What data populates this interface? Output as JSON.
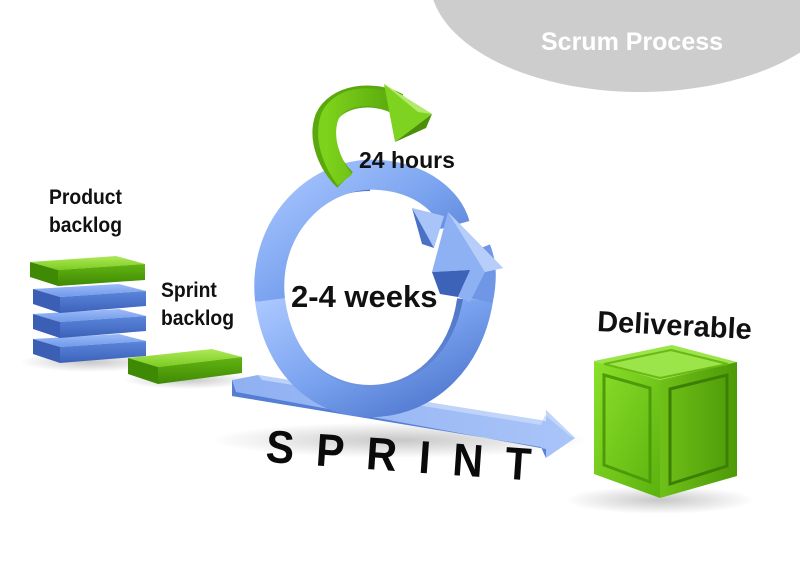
{
  "title": "Scrum Process",
  "labels": {
    "product_backlog_line1": "Product",
    "product_backlog_line2": "backlog",
    "sprint_backlog_line1": "Sprint",
    "sprint_backlog_line2": "backlog",
    "daily_cycle": "24 hours",
    "sprint_cycle": "2-4 weeks",
    "deliverable": "Deliverable",
    "sprint": "SPRINT"
  },
  "colors": {
    "green": "#7ed321",
    "blue": "#7aa3ef",
    "header_gray": "#cdcdcd"
  }
}
